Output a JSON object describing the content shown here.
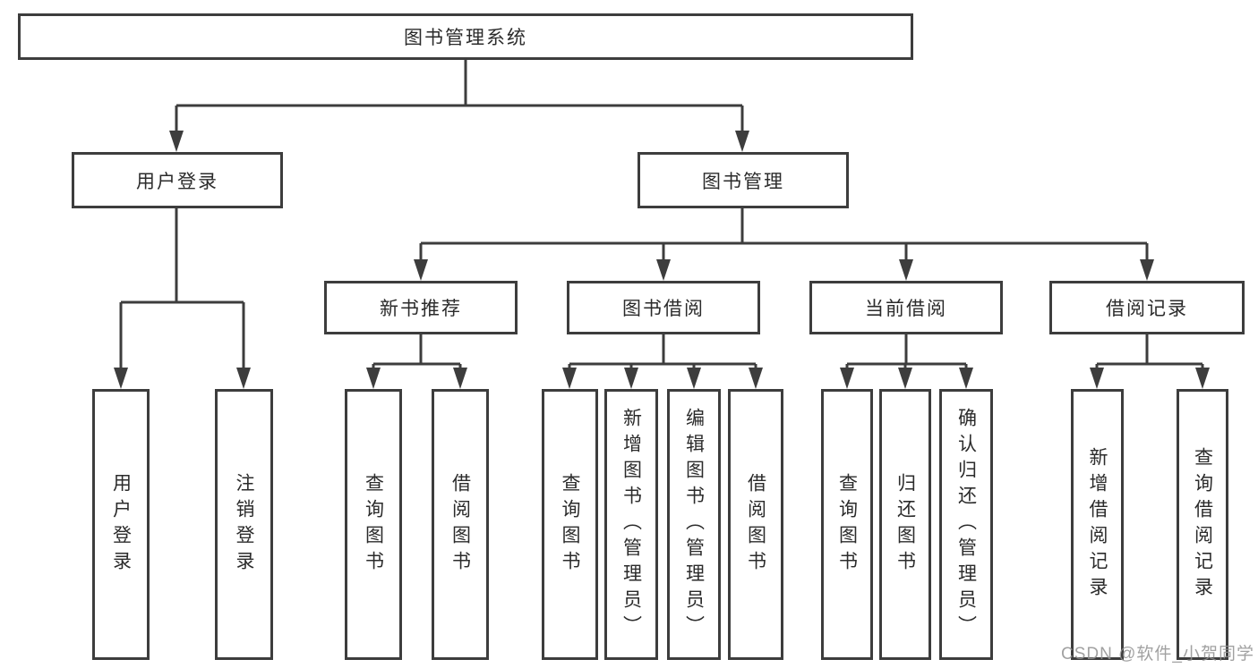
{
  "diagram": {
    "root_label": "图书管理系统",
    "level2": {
      "login": "用户登录",
      "manage": "图书管理"
    },
    "level3": {
      "newbook": "新书推荐",
      "borrow": "图书借阅",
      "current": "当前借阅",
      "records": "借阅记录"
    },
    "leaves": {
      "login": [
        "用户登录",
        "注销登录"
      ],
      "newbook": [
        "查询图书",
        "借阅图书"
      ],
      "borrow": [
        "查询图书",
        "新增图书（管理员）",
        "编辑图书（管理员）",
        "借阅图书"
      ],
      "current": [
        "查询图书",
        "归还图书",
        "确认归还（管理员）"
      ],
      "records": [
        "新增借阅记录",
        "查询借阅记录"
      ]
    }
  },
  "watermark": {
    "text": "CSDN @软件_小贺同学"
  },
  "colors": {
    "line": "#3d3d3d",
    "box_border": "#3d3d3d",
    "box_fill": "#ffffff",
    "text": "#2b2b2b",
    "watermark": "#919191",
    "background": "#ffffff"
  }
}
